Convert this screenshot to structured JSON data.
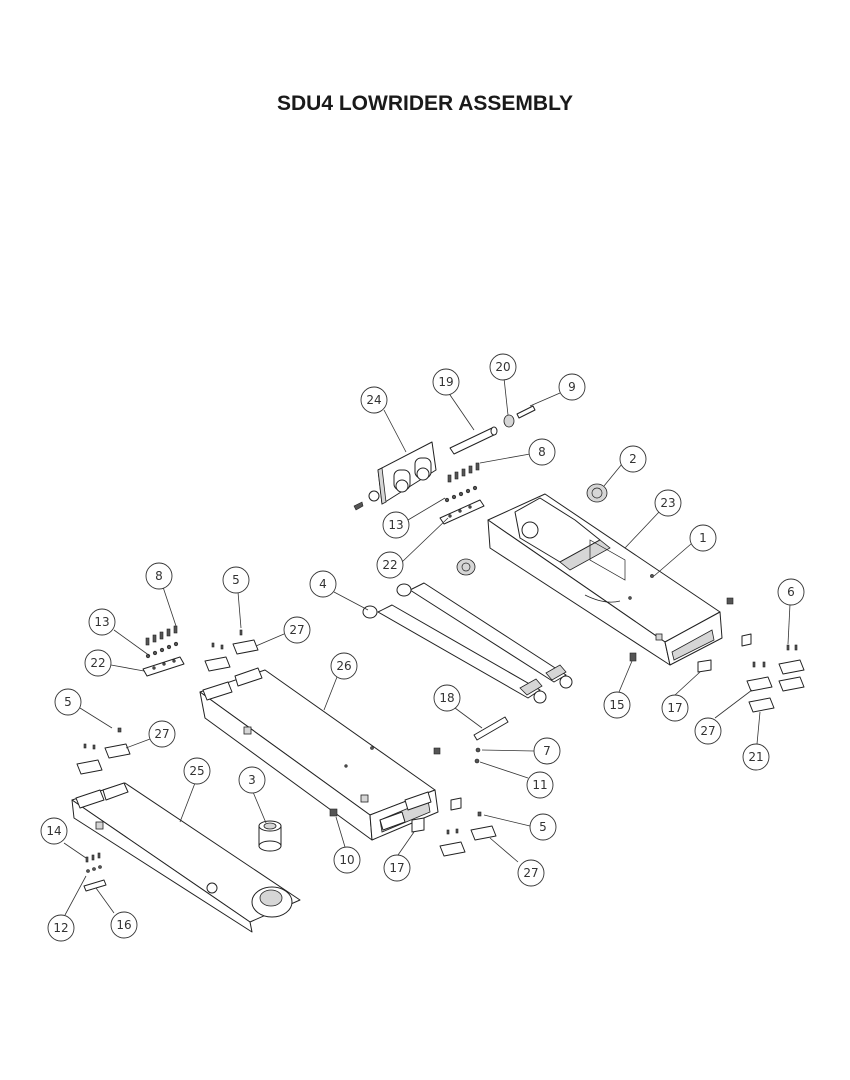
{
  "title": "SDU4 LOWRIDER ASSEMBLY",
  "callouts": [
    {
      "label": "24"
    },
    {
      "label": "19"
    },
    {
      "label": "20"
    },
    {
      "label": "9"
    },
    {
      "label": "8"
    },
    {
      "label": "2"
    },
    {
      "label": "13"
    },
    {
      "label": "22"
    },
    {
      "label": "23"
    },
    {
      "label": "1"
    },
    {
      "label": "8"
    },
    {
      "label": "5"
    },
    {
      "label": "4"
    },
    {
      "label": "6"
    },
    {
      "label": "13"
    },
    {
      "label": "27"
    },
    {
      "label": "22"
    },
    {
      "label": "26"
    },
    {
      "label": "15"
    },
    {
      "label": "17"
    },
    {
      "label": "27"
    },
    {
      "label": "18"
    },
    {
      "label": "5"
    },
    {
      "label": "27"
    },
    {
      "label": "7"
    },
    {
      "label": "11"
    },
    {
      "label": "21"
    },
    {
      "label": "25"
    },
    {
      "label": "3"
    },
    {
      "label": "5"
    },
    {
      "label": "14"
    },
    {
      "label": "10"
    },
    {
      "label": "17"
    },
    {
      "label": "27"
    },
    {
      "label": "12"
    },
    {
      "label": "16"
    }
  ]
}
